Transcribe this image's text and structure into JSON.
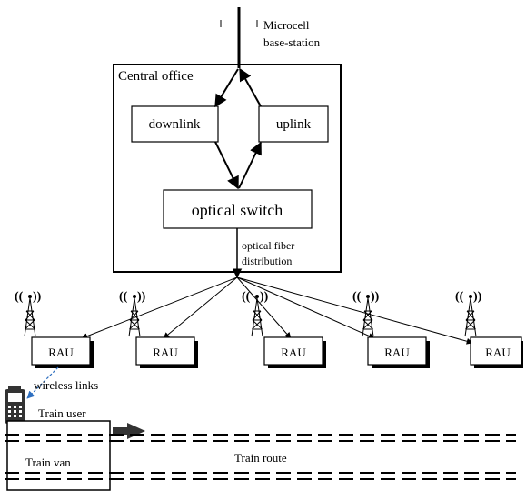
{
  "base_station": {
    "line1": "Microcell",
    "line2": "base-station"
  },
  "central_office": {
    "title": "Central office",
    "downlink": "downlink",
    "uplink": "uplink",
    "optical_switch": "optical switch"
  },
  "fiber": {
    "line1": "optical fiber",
    "line2": "distribution"
  },
  "raus": [
    "RAU",
    "RAU",
    "RAU",
    "RAU",
    "RAU"
  ],
  "wireless": "wireless links",
  "train_user": "Train user",
  "train_van": "Train van",
  "train_route": "Train route",
  "colors": {
    "wireless_link": "#2e6fc0",
    "phone": "#333333"
  }
}
